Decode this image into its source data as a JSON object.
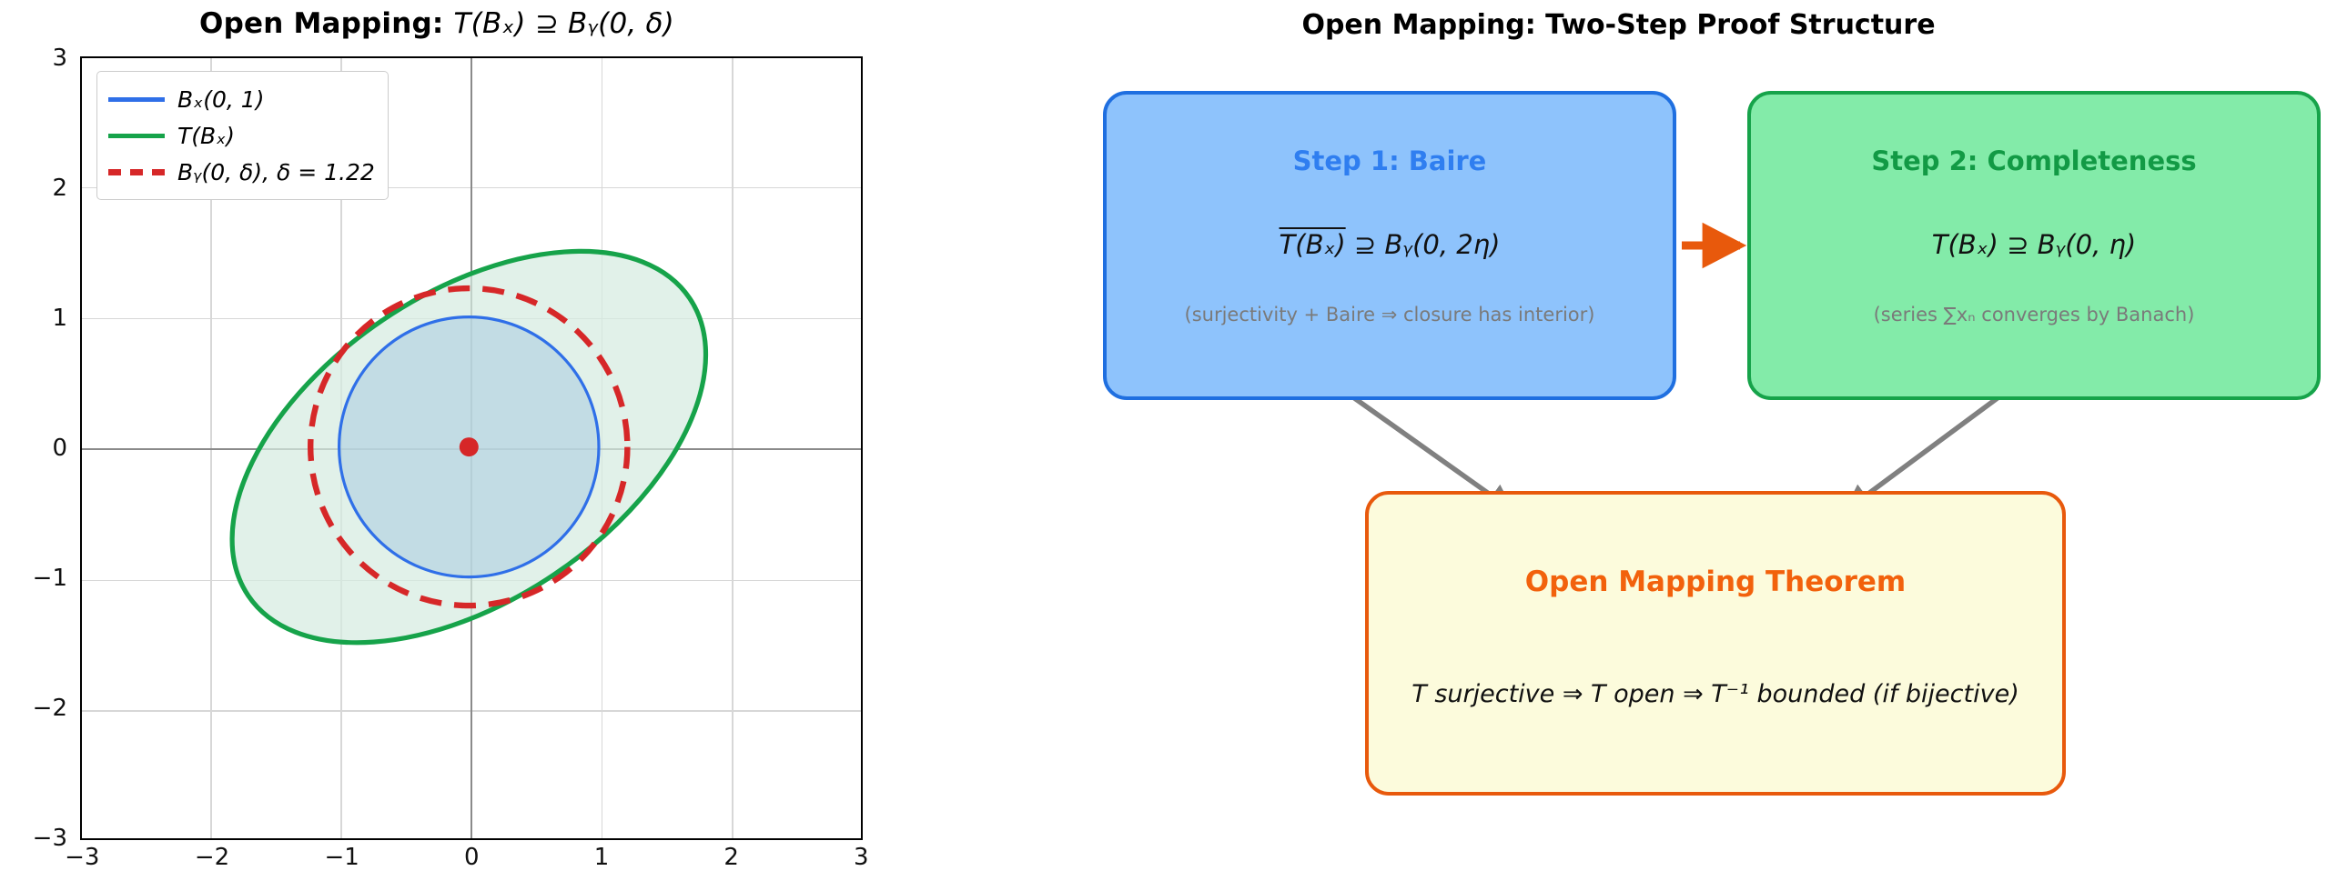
{
  "left_panel": {
    "title_prefix": "Open Mapping: ",
    "title_math": "T(Bₓ) ⊇ Bᵧ(0, δ)",
    "legend": [
      {
        "label": "Bₓ(0, 1)",
        "color": "#1f6fe0",
        "style": "solid",
        "name": "unit-ball"
      },
      {
        "label": "T(Bₓ)",
        "color": "#16a34a",
        "style": "solid",
        "name": "image-ball"
      },
      {
        "label": "Bᵧ(0, δ), δ = 1.22",
        "color": "#d62728",
        "style": "dashed",
        "name": "delta-ball"
      }
    ],
    "xticks": [
      "−3",
      "−2",
      "−1",
      "0",
      "1",
      "2",
      "3"
    ],
    "yticks": [
      "3",
      "2",
      "1",
      "0",
      "−1",
      "−2",
      "−3"
    ]
  },
  "chart_data": {
    "type": "scatter",
    "title": "Open Mapping: T(B_X) ⊇ B_Y(0, δ)",
    "xlabel": "",
    "ylabel": "",
    "xlim": [
      -3,
      3
    ],
    "ylim": [
      -3,
      3
    ],
    "xticks": [
      -3,
      -2,
      -1,
      0,
      1,
      2,
      3
    ],
    "yticks": [
      -3,
      -2,
      -1,
      0,
      1,
      2,
      3
    ],
    "grid": true,
    "legend_position": "upper left",
    "delta": 1.22,
    "series": [
      {
        "name": "B_X(0, 1)",
        "type": "circle",
        "center": [
          0,
          0
        ],
        "radius": 1,
        "color": "#1f6fe0",
        "linestyle": "solid",
        "linewidth": 2.2,
        "fill": "#aecfe0",
        "fill_alpha": 0.45
      },
      {
        "name": "T(B_X)",
        "type": "ellipse",
        "center": [
          0,
          0
        ],
        "semi_major": 2.05,
        "semi_minor": 1.18,
        "rotation_deg": 34,
        "color": "#16a34a",
        "linestyle": "solid",
        "linewidth": 3.4,
        "fill": "#d6ece0",
        "fill_alpha": 0.4
      },
      {
        "name": "B_Y(0, δ), δ = 1.22",
        "type": "circle",
        "center": [
          0,
          0
        ],
        "radius": 1.22,
        "color": "#d62728",
        "linestyle": "dashed",
        "linewidth": 4.0,
        "fill": "none"
      },
      {
        "name": "origin",
        "type": "point",
        "point": [
          0,
          0
        ],
        "color": "#d62728",
        "markersize": 11
      }
    ]
  },
  "right_panel": {
    "title": "Open Mapping: Two-Step Proof Structure",
    "nodes": [
      {
        "id": "step1",
        "title": "Step 1: Baire",
        "formula_over": "T(Bₓ)",
        "formula_rest": " ⊇ Bᵧ(0, 2η)",
        "note": "(surjectivity + Baire ⇒ closure has interior)",
        "fill": "#8EC3FC",
        "border": "#1f6fe0",
        "title_color": "#2f7ef0"
      },
      {
        "id": "step2",
        "title": "Step 2: Completeness",
        "formula_over": "",
        "formula_rest": "T(Bₓ) ⊇ Bᵧ(0, η)",
        "note": "(series ∑xₙ converges by Banach)",
        "fill": "#83EBA9",
        "border": "#16a34a",
        "title_color": "#129a45"
      },
      {
        "id": "theorem",
        "title": "Open Mapping Theorem",
        "formula_over": "",
        "formula_rest": "T surjective ⇒ T open ⇒ T⁻¹ bounded (if bijective)",
        "note": "",
        "fill": "#FCFBDC",
        "border": "#E8590C",
        "title_color": "#F2610C"
      }
    ],
    "arrows": [
      {
        "name": "step1-to-step2",
        "color": "#E8590C",
        "kind": "horizontal"
      },
      {
        "name": "step1-to-theorem",
        "color": "#808080",
        "kind": "diagonal"
      },
      {
        "name": "step2-to-theorem",
        "color": "#808080",
        "kind": "diagonal"
      }
    ]
  }
}
